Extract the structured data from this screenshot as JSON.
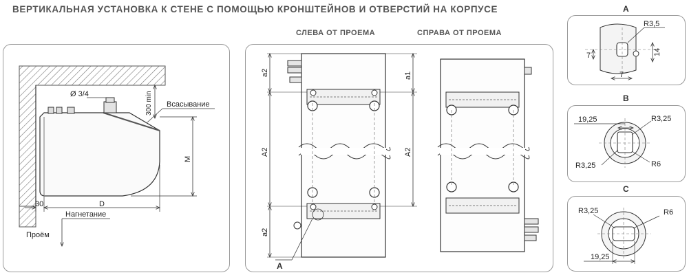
{
  "header": {
    "title": "ВЕРТИКАЛЬНАЯ УСТАНОВКА К СТЕНЕ С ПОМОЩЬЮ КРОНШТЕЙНОВ И ОТВЕРСТИЙ НА КОРПУСЕ",
    "left_view": "СЛЕВА ОТ ПРОЕМА",
    "right_view": "СПРАВА ОТ ПРОЕМА"
  },
  "side_view": {
    "pipe": "Ø 3/4",
    "clearance": "300 min",
    "suction": "Всасывание",
    "discharge": "Нагнетание",
    "opening": "Проём",
    "dim_30": "30",
    "dim_d": "D",
    "dim_m": "M"
  },
  "front_views": {
    "a1": "a1",
    "a2_top": "a2",
    "a2_bottom": "a2",
    "A2_left": "A2",
    "A2_right": "A2",
    "callout": "A"
  },
  "detail_a": {
    "title": "A",
    "r": "R3,5",
    "d7a": "7",
    "d14": "14",
    "d7b": "7"
  },
  "detail_b": {
    "title": "B",
    "d1925": "19,25",
    "r325a": "R3,25",
    "r325b": "R3,25",
    "r6": "R6"
  },
  "detail_c": {
    "title": "C",
    "r325": "R3,25",
    "r6": "R6",
    "d1925": "19,25"
  }
}
